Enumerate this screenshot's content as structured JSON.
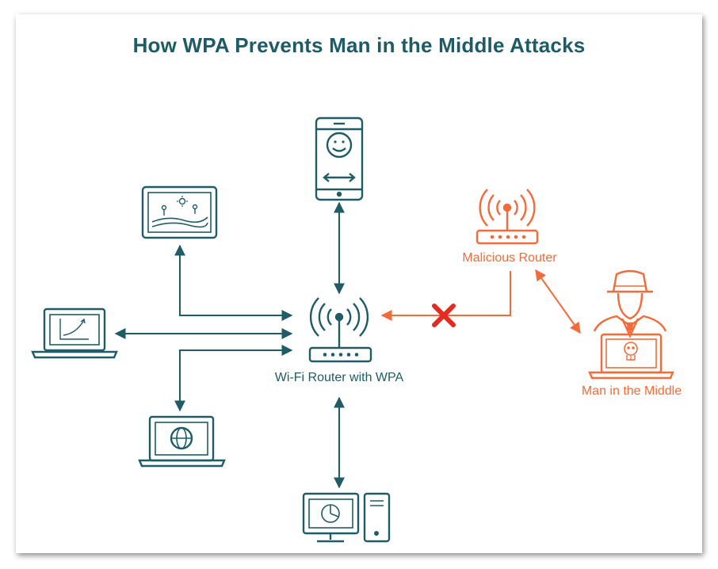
{
  "title": "How WPA Prevents Man in the Middle Attacks",
  "colors": {
    "teal": "#1f5c66",
    "orange": "#f26b3a",
    "cross": "#e32b23"
  },
  "nodes": {
    "router": {
      "label": "Wi-Fi Router with WPA",
      "icon": "wifi-router-icon"
    },
    "malicious_router": {
      "label": "Malicious Router",
      "icon": "wifi-router-icon"
    },
    "attacker": {
      "label": "Man in the Middle",
      "icon": "hacker-icon"
    },
    "smartphone": {
      "icon": "smartphone-icon"
    },
    "tablet": {
      "icon": "landscape-tablet-icon"
    },
    "laptop_chart": {
      "icon": "laptop-chart-icon"
    },
    "laptop_globe": {
      "icon": "laptop-globe-icon"
    },
    "desktop": {
      "icon": "desktop-computer-icon"
    }
  }
}
